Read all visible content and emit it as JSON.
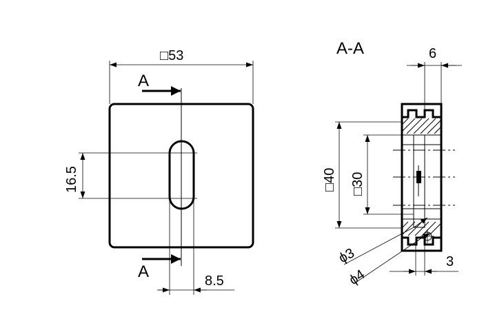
{
  "front_view": {
    "width_label": "□53",
    "slot_length_label": "16.5",
    "slot_width_label": "8.5",
    "section_label_top": "A",
    "section_label_bottom": "A"
  },
  "section_view": {
    "title": "A-A",
    "depth_label": "6",
    "outer_label": "□40",
    "inner_label": "□30",
    "hole_small_label": "ϕ3",
    "hole_large_label": "ϕ4",
    "step_label": "3"
  }
}
